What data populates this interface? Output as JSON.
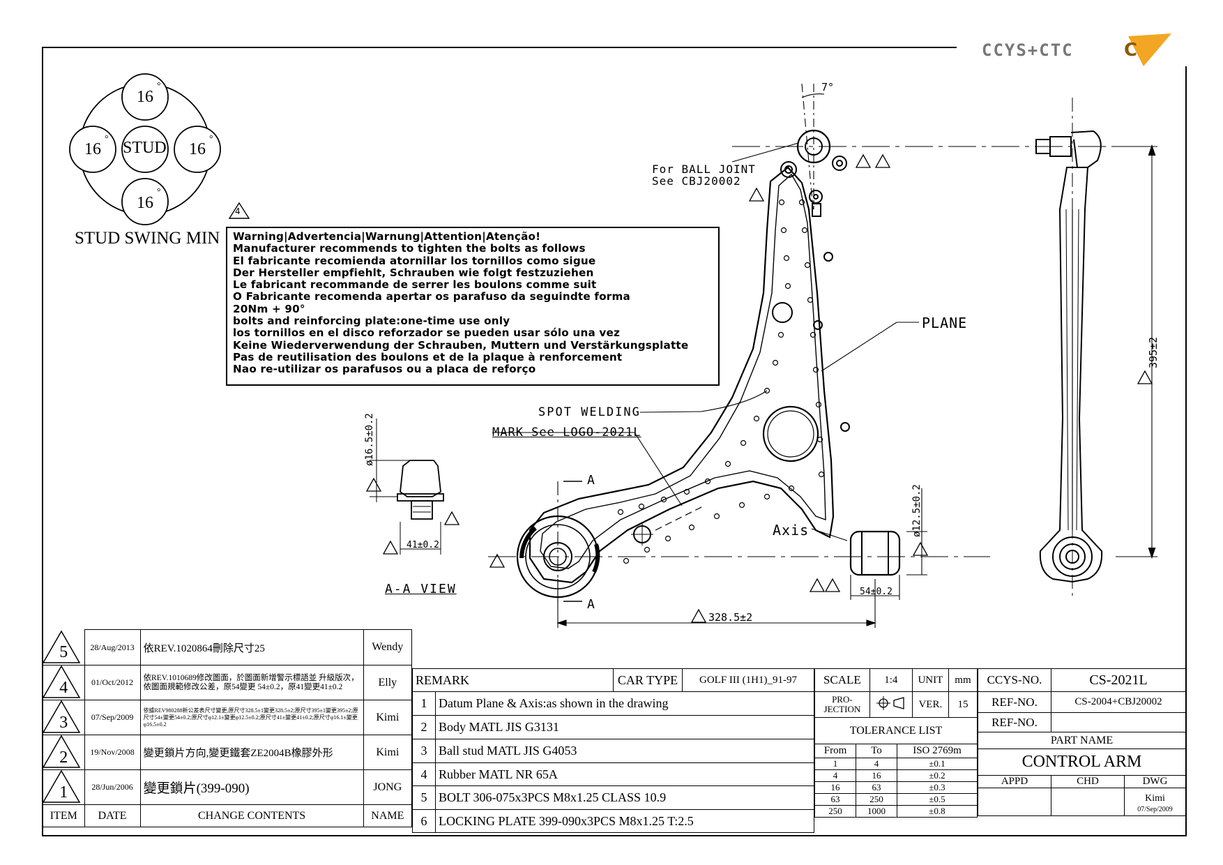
{
  "logo_text": "CCYS+CTC",
  "stud": {
    "title": "STUD SWING MIN",
    "center": "STUD",
    "top": "16",
    "left": "16",
    "right": "16",
    "bottom": "16",
    "deg": "°"
  },
  "warning": {
    "lines": [
      "Warning|Advertencia|Warnung|Attention|Atenção!",
      "Manufacturer recommends to tighten the bolts as follows",
      "El fabricante recomienda atornillar los tornillos como sigue",
      "Der Hersteller empfiehlt, Schrauben wie folgt festzuziehen",
      "Le fabricant recommande de serrer les boulons comme suit",
      "O Fabricante recomenda apertar os parafuso da seguindte forma",
      "20Nm + 90°",
      "bolts and reinforcing plate:one-time use only",
      "los tornillos en el disco reforzador se pueden usar sólo una vez",
      "Keine Wiederverwendung der Schrauben, Muttern und Verstärkungsplatte",
      "Pas de reutilisation des boulons et de la plaque à renforcement",
      "Nao re-utilizar os parafusos ou a placa de reforço"
    ]
  },
  "labels": {
    "angle": "7°",
    "ball_joint_1": "For BALL JOINT",
    "ball_joint_2": "See CBJ20002",
    "plane": "PLANE",
    "spot_welding": "SPOT WELDING",
    "mark_logo": "MARK See LOGO-2021L",
    "axis": "Axis",
    "section_a": "A",
    "aa_view": "A-A VIEW",
    "dim_165": "ø16.5±0.2",
    "dim_41": "41±0.2",
    "dim_125": "ø12.5±0.2",
    "dim_54": "54±0.2",
    "dim_3285": "328.5±2",
    "dim_395": "395±2"
  },
  "markers": [
    "1",
    "2",
    "3",
    "4",
    "5"
  ],
  "revisions": [
    {
      "item": "5",
      "date": "28/Aug/2013",
      "change": "依REV.1020864刪除尺寸25",
      "name": "Wendy"
    },
    {
      "item": "4",
      "date": "01/Oct/2012",
      "change": "依REV.1010689修改圖面，於圖面新增警示標語並 升級版次，依圖面規範修改公差，原54變更 54±0.2，原41變更41±0.2",
      "name": "Elly"
    },
    {
      "item": "3",
      "date": "07/Sep/2009",
      "change": "依據REV980288新公差表尺寸變更,原尺寸328.5±1變更328.5±2;原尺寸395±1變更395±2;原尺寸54±變更54±0.2;原尺寸φ12.1±變更φ12.5±0.2;原尺寸41±變更41±0.2;原尺寸φ16.1±變更φ16.5±0.2",
      "name": "Kimi"
    },
    {
      "item": "2",
      "date": "19/Nov/2008",
      "change": "變更鎖片方向,變更鐵套ZE2004B橡膠外形",
      "name": "Kimi"
    },
    {
      "item": "1",
      "date": "28/Jun/2006",
      "change": "變更鎖片(399-090)",
      "name": "JONG"
    }
  ],
  "rev_header": {
    "item": "ITEM",
    "date": "DATE",
    "change": "CHANGE CONTENTS",
    "name": "NAME"
  },
  "remark": {
    "header": "REMARK",
    "car_type_label": "CAR TYPE",
    "car_type": "GOLF III (1H1)_91-97",
    "items": [
      {
        "n": "1",
        "text": "Datum Plane & Axis:as shown in the drawing"
      },
      {
        "n": "2",
        "text": "Body MATL JIS G3131"
      },
      {
        "n": "3",
        "text": "Ball stud MATL JIS G4053"
      },
      {
        "n": "4",
        "text": "Rubber MATL NR 65A"
      },
      {
        "n": "5",
        "text": "BOLT 306-075x3PCS M8x1.25 CLASS 10.9"
      },
      {
        "n": "6",
        "text": "LOCKING PLATE 399-090x3PCS M8x1.25 T:2.5"
      }
    ]
  },
  "info": {
    "scale_label": "SCALE",
    "scale": "1:4",
    "unit_label": "UNIT",
    "unit": "mm",
    "projection_label": "PRO- JECTION",
    "ver_label": "VER.",
    "ver": "15",
    "tolerance_title": "TOLERANCE LIST",
    "tol_header": {
      "from": "From",
      "to": "To",
      "iso": "ISO 2769m"
    },
    "tolerances": [
      {
        "from": "1",
        "to": "4",
        "tol": "±0.1"
      },
      {
        "from": "4",
        "to": "16",
        "tol": "±0.2"
      },
      {
        "from": "16",
        "to": "63",
        "tol": "±0.3"
      },
      {
        "from": "63",
        "to": "250",
        "tol": "±0.5"
      },
      {
        "from": "250",
        "to": "1000",
        "tol": "±0.8"
      }
    ],
    "ccys_label": "CCYS-NO.",
    "ccys_no": "CS-2021L",
    "ref_label": "REF-NO.",
    "ref_no_1": "CS-2004+CBJ20002",
    "ref_no_2": "",
    "part_name_label": "PART NAME",
    "part_name": "CONTROL ARM",
    "appd": "APPD",
    "chd": "CHD",
    "dwg": "DWG",
    "dwg_name": "Kimi",
    "dwg_date": "07/Sep/2009"
  }
}
